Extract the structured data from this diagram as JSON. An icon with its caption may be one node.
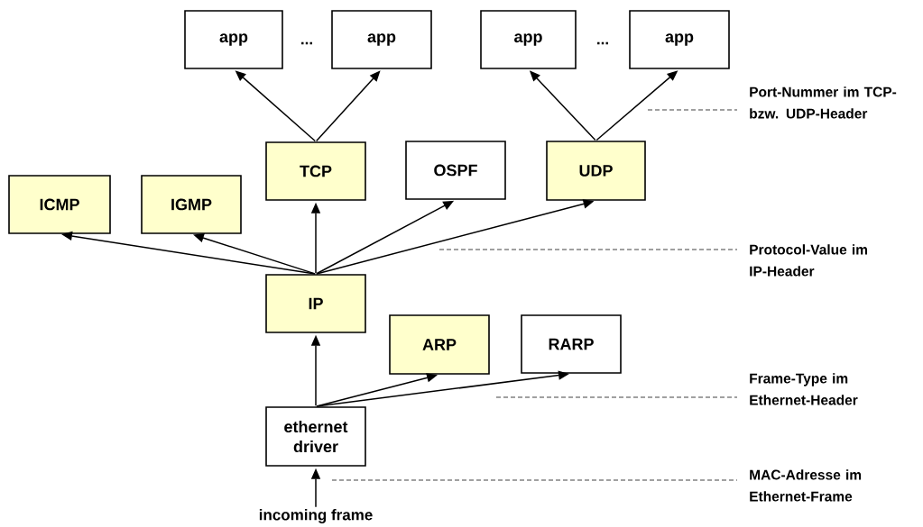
{
  "diagram": {
    "nodes": [
      {
        "text": [
          "app"
        ]
      },
      {
        "text": [
          "app"
        ]
      },
      {
        "text": [
          "app"
        ]
      },
      {
        "text": [
          "app"
        ]
      },
      {
        "text": [
          "ICMP"
        ]
      },
      {
        "text": [
          "IGMP"
        ]
      },
      {
        "text": [
          "TCP"
        ]
      },
      {
        "text": [
          "OSPF"
        ]
      },
      {
        "text": [
          "UDP"
        ]
      },
      {
        "text": [
          "IP"
        ]
      },
      {
        "text": [
          "ARP"
        ]
      },
      {
        "text": [
          "RARP"
        ]
      },
      {
        "text": [
          "ethernet driver"
        ]
      },
      {
        "text": [
          "incoming frame"
        ]
      }
    ],
    "edges": [
      {
        "from": 6,
        "to": 0,
        "arrow": "to"
      },
      {
        "from": 6,
        "to": 1,
        "arrow": "to"
      },
      {
        "from": 8,
        "to": 2,
        "arrow": "to"
      },
      {
        "from": 8,
        "to": 3,
        "arrow": "to"
      },
      {
        "from": 9,
        "to": 4,
        "arrow": "to"
      },
      {
        "from": 9,
        "to": 5,
        "arrow": "to"
      },
      {
        "from": 9,
        "to": 6,
        "arrow": "to"
      },
      {
        "from": 9,
        "to": 7,
        "arrow": "to"
      },
      {
        "from": 9,
        "to": 8,
        "arrow": "to"
      },
      {
        "from": 12,
        "to": 9,
        "arrow": "to"
      },
      {
        "from": 12,
        "to": 10,
        "arrow": "to"
      },
      {
        "from": 12,
        "to": 11,
        "arrow": "to"
      },
      {
        "from": 13,
        "to": 12,
        "arrow": "to"
      }
    ],
    "labels": [
      "...",
      "...",
      "Port-Nummer im TCP- bzw. UDP-Header",
      "Protocol-Value im IP-Header",
      "Frame-Type im Ethernet-Header",
      "MAC-Adresse im Ethernet-Frame"
    ]
  }
}
